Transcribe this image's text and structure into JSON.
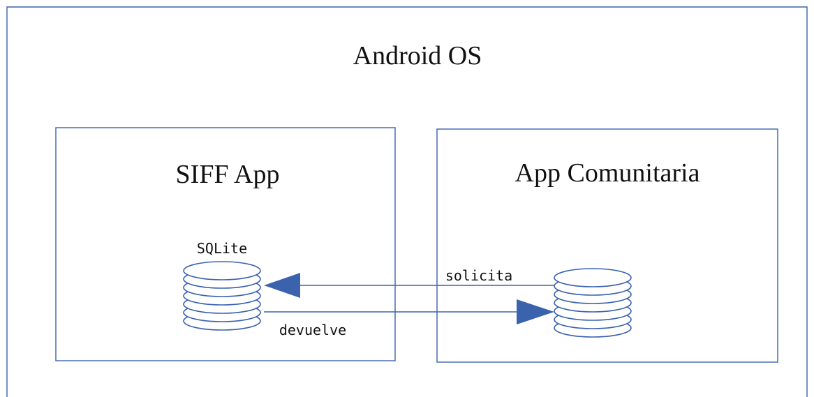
{
  "colors": {
    "accent": "#3a62ad",
    "text": "#111111",
    "background": "#ffffff"
  },
  "outer": {
    "title": "Android OS"
  },
  "components": {
    "siff_app": {
      "title": "SIFF App",
      "database": {
        "label": "SQLite",
        "icon": "database-icon"
      }
    },
    "community_app": {
      "title": "App Comunitaria",
      "database": {
        "icon": "database-icon"
      }
    }
  },
  "connections": {
    "request": {
      "label": "solicita",
      "from": "App Comunitaria",
      "to": "SIFF App"
    },
    "response": {
      "label": "devuelve",
      "from": "SIFF App",
      "to": "App Comunitaria"
    }
  }
}
